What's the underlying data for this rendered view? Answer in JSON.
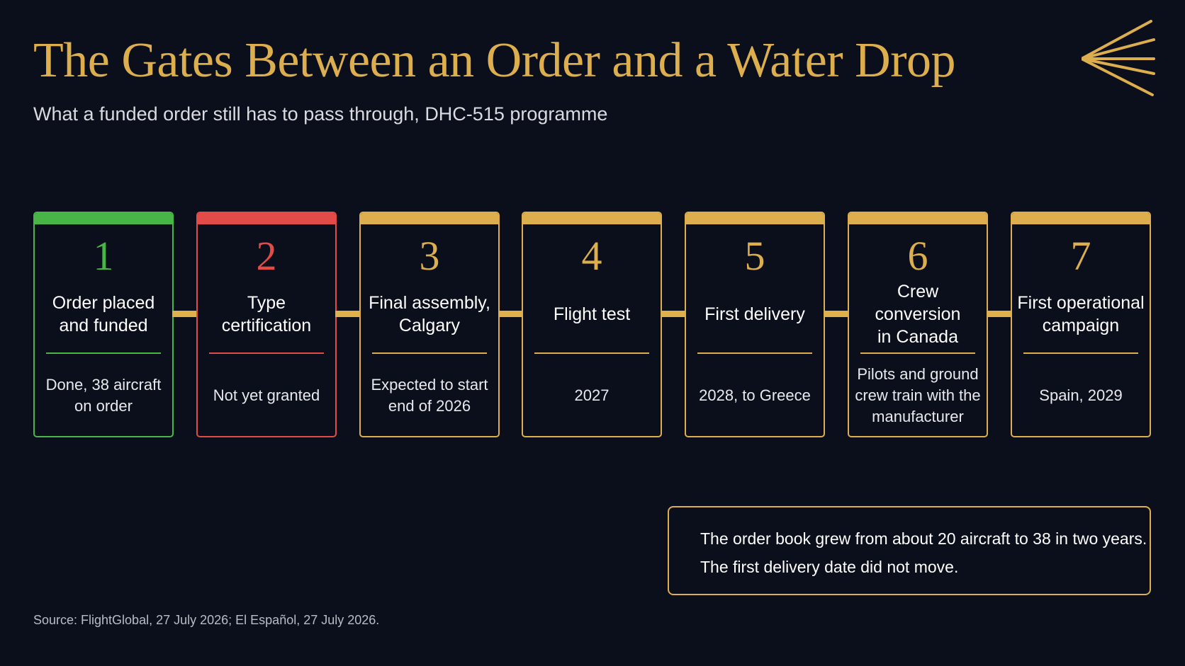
{
  "title": "The Gates Between an Order and a Water Drop",
  "subtitle": "What a funded order still has to pass through, DHC-515 programme",
  "colors": {
    "background": "#0b0f1c",
    "gold": "#dcae4e",
    "done": "#48b646",
    "blocked": "#e24b48"
  },
  "logo_icon": "gold-line-burst",
  "steps": [
    {
      "number": "1",
      "status": "done",
      "heading_lines": [
        "Order placed",
        "and funded"
      ],
      "detail_lines": [
        "Done, 38 aircraft",
        "on order"
      ]
    },
    {
      "number": "2",
      "status": "blocked",
      "heading_lines": [
        "Type",
        "certification"
      ],
      "detail_lines": [
        "Not yet granted"
      ]
    },
    {
      "number": "3",
      "status": "pending",
      "heading_lines": [
        "Final assembly,",
        "Calgary"
      ],
      "detail_lines": [
        "Expected to start",
        "end of 2026"
      ]
    },
    {
      "number": "4",
      "status": "pending",
      "heading_lines": [
        "Flight test"
      ],
      "detail_lines": [
        "2027"
      ]
    },
    {
      "number": "5",
      "status": "pending",
      "heading_lines": [
        "First delivery"
      ],
      "detail_lines": [
        "2028, to Greece"
      ]
    },
    {
      "number": "6",
      "status": "pending",
      "heading_lines": [
        "Crew conversion",
        "in Canada"
      ],
      "detail_lines": [
        "Pilots and ground",
        "crew train with the",
        "manufacturer"
      ]
    },
    {
      "number": "7",
      "status": "pending",
      "heading_lines": [
        "First operational",
        "campaign"
      ],
      "detail_lines": [
        "Spain, 2029"
      ]
    }
  ],
  "note": {
    "line1": "The order book grew from about 20 aircraft to 38 in two years.",
    "line2": "The first delivery date did not move."
  },
  "source": "Source: FlightGlobal, 27 July 2026; El Español, 27 July 2026."
}
